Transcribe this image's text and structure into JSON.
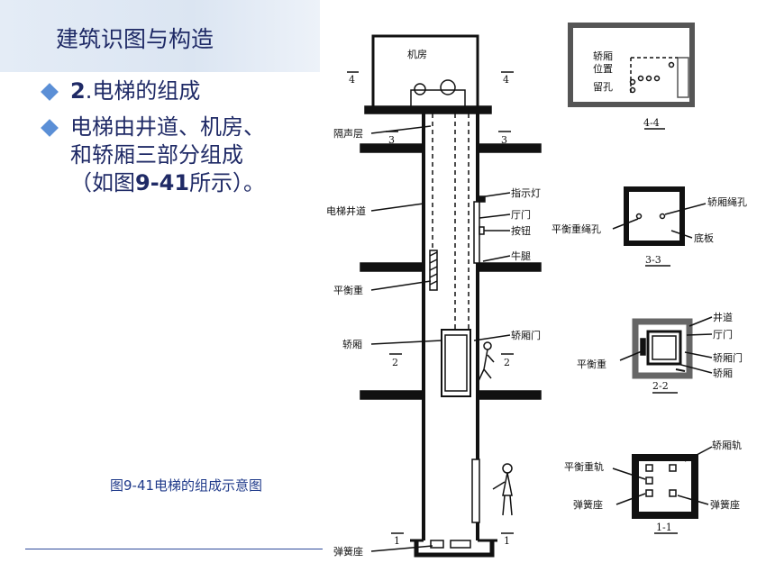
{
  "slide": {
    "title": "建筑识图与构造",
    "bullet1": {
      "num": "2",
      "text": ".电梯的组成"
    },
    "bullet2": {
      "pre": "电梯由井道、机房、和轿厢三部分组成（如图",
      "ref1": "9-41",
      "post": "所示）。"
    },
    "caption": "图9-41电梯的组成示意图"
  },
  "diagram": {
    "labels": {
      "machine_room": "机房",
      "soundproof": "隔声层",
      "shaft": "电梯井道",
      "indicator": "指示灯",
      "hall_door": "厅门",
      "button": "按钮",
      "corbel": "牛腿",
      "counterweight": "平衡重",
      "car": "轿厢",
      "car_door": "轿厢门",
      "spring_seat": "弹簧座"
    },
    "marks": {
      "m4": "4",
      "m3": "3",
      "m2": "2",
      "m1": "1"
    },
    "sec44": {
      "title": "4-4",
      "l1": "轿厢",
      "l2": "位置",
      "l3": "留孔"
    },
    "sec33": {
      "title": "3-3",
      "rope_hole": "轿厢绳孔",
      "cw_rope_hole": "平衡重绳孔",
      "floor": "底板"
    },
    "sec22": {
      "title": "2-2",
      "shaft": "井道",
      "hall_door": "厅门",
      "counterweight": "平衡重",
      "car_door": "轿厢门",
      "car": "轿厢"
    },
    "sec11": {
      "title": "1-1",
      "car_rail": "轿厢轨",
      "cw_rail": "平衡重轨",
      "spring_l": "弹簧座",
      "spring_r": "弹簧座"
    }
  }
}
